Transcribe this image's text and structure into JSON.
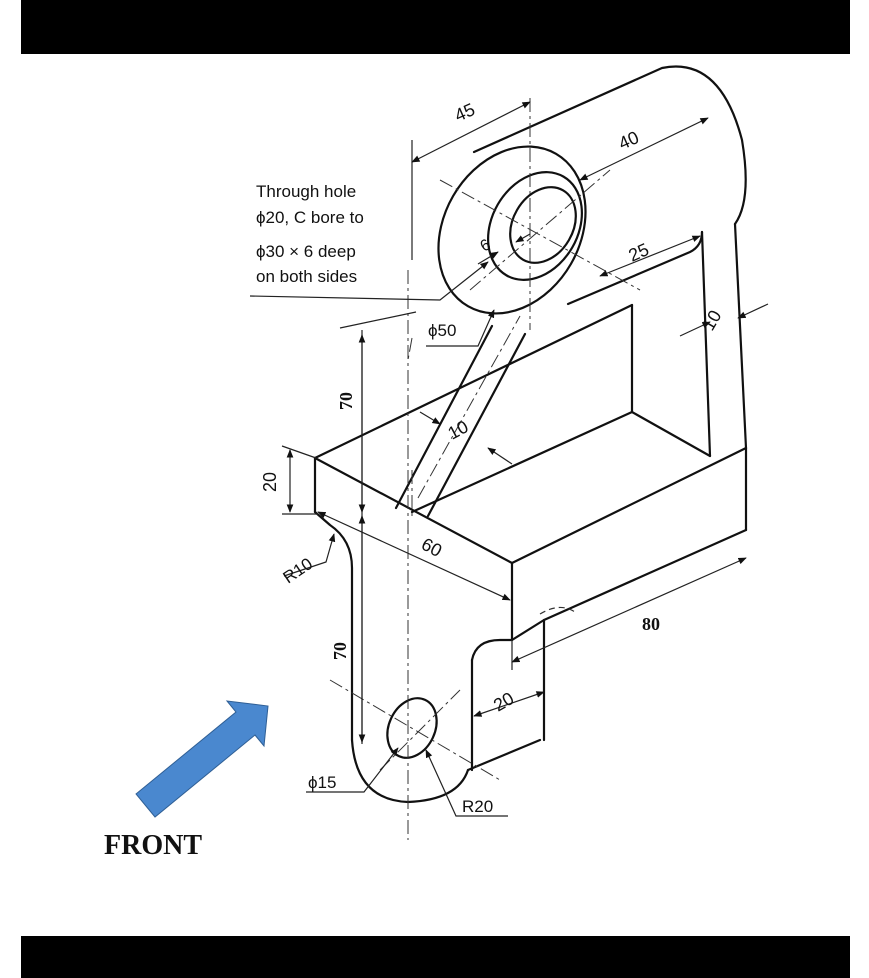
{
  "note_lines": [
    "Through hole",
    "ϕ20, C bore to",
    "ϕ30 × 6 deep",
    "on both sides"
  ],
  "dims": {
    "d45": "45",
    "d40": "40",
    "d25": "25",
    "d6": "6",
    "d10_side": "10",
    "d_phi50": "ϕ50",
    "d70_upper": "70",
    "d10_rib": "10",
    "d20_left": "20",
    "d60": "60",
    "r10": "R10",
    "d70_lower": "70",
    "d80": "80",
    "d20_lower": "20",
    "d_phi15": "ϕ15",
    "r20": "R20"
  },
  "front_label": "FRONT",
  "colors": {
    "arrow": "#4a88cf",
    "bars": "#000000"
  }
}
